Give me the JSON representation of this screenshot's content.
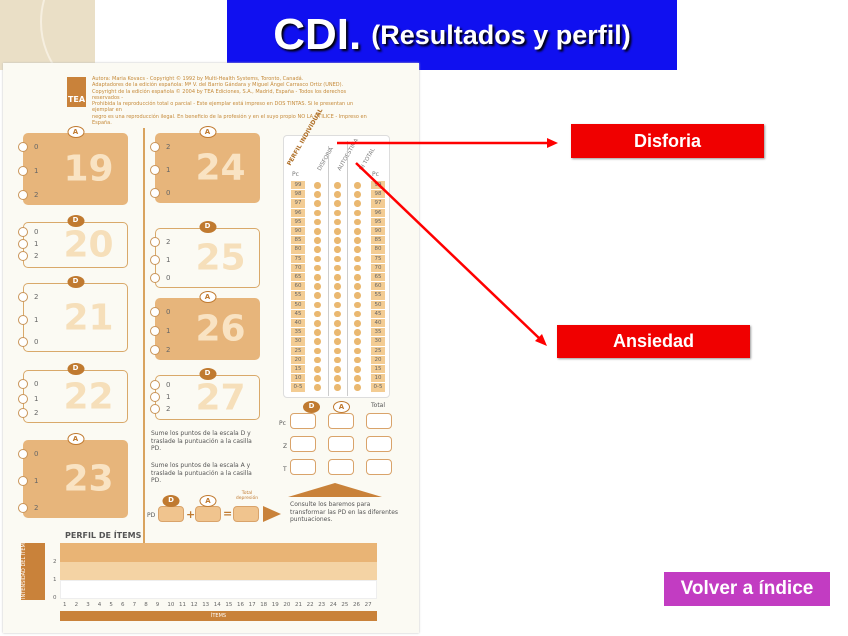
{
  "title": {
    "main": "CDI.",
    "sub": "(Resultados y perfil)"
  },
  "form": {
    "logo": "TEA",
    "header_lines": [
      "Autora: Maria Kovacs - Copyright © 1992 by Multi-Health Systems, Toronto, Canadá.",
      "Adaptadores de la edición española: Mª V. del Barrio Gándara y Miguel Ángel Carrasco Ortiz (UNED).",
      "Copyright de la edición española © 2004 by TEA Ediciones, S.A., Madrid, España - Todos los derechos reservados -",
      "Prohibida la reproducción total o parcial - Este ejemplar está impreso en DOS TINTAS. Si le presentan un ejemplar en",
      "negro es una reproducción ilegal. En beneficio de la profesión y en el suyo propio NO LA UTILICE - Impreso en España."
    ],
    "items": [
      {
        "number": "19",
        "scale": "A",
        "options": [
          "0",
          "1",
          "2"
        ],
        "filled": true
      },
      {
        "number": "20",
        "scale": "D",
        "options": [
          "0",
          "1",
          "2"
        ],
        "filled": false
      },
      {
        "number": "21",
        "scale": "D",
        "options": [
          "2",
          "1",
          "0"
        ],
        "filled": false
      },
      {
        "number": "22",
        "scale": "D",
        "options": [
          "0",
          "1",
          "2"
        ],
        "filled": false
      },
      {
        "number": "23",
        "scale": "A",
        "options": [
          "0",
          "1",
          "2"
        ],
        "filled": true
      },
      {
        "number": "24",
        "scale": "A",
        "options": [
          "2",
          "1",
          "0"
        ],
        "filled": true
      },
      {
        "number": "25",
        "scale": "D",
        "options": [
          "2",
          "1",
          "0"
        ],
        "filled": false
      },
      {
        "number": "26",
        "scale": "A",
        "options": [
          "0",
          "1",
          "2"
        ],
        "filled": true
      },
      {
        "number": "27",
        "scale": "D",
        "options": [
          "0",
          "1",
          "2"
        ],
        "filled": false
      }
    ],
    "profile": {
      "headers": [
        "PERFIL INDIVIDUAL",
        "DISFORIA",
        "AUTOESTIMA",
        "DI TOTAL"
      ],
      "pc_label": "Pc",
      "pc_values": [
        "99",
        "98",
        "97",
        "96",
        "95",
        "90",
        "85",
        "80",
        "75",
        "70",
        "65",
        "60",
        "55",
        "50",
        "45",
        "40",
        "35",
        "30",
        "25",
        "20",
        "15",
        "10",
        "0-5"
      ]
    },
    "score_grid": {
      "cols": [
        "D",
        "A",
        "Total"
      ],
      "rows": [
        "Pc",
        "Z",
        "T"
      ]
    },
    "instructions": [
      "Sume los puntos de la escala D y traslade la puntuación a la casilla PD.",
      "Sume los puntos de la escala A y traslade la puntuación a la casilla PD."
    ],
    "pd": {
      "label": "PD",
      "plus": "+",
      "equals": "=",
      "cols": [
        "D",
        "A",
        "Total depresión"
      ]
    },
    "consult_note": "Consulte los baremos para transformar las PD en las diferentes puntuaciones.",
    "item_profile": {
      "title": "PERFIL DE ÍTEMS",
      "ylabel": "INTENSIDAD DEL ÍTEM",
      "yticks": [
        "0",
        "1",
        "2"
      ],
      "xlabel": "ÍTEMS",
      "xticks": [
        "1",
        "2",
        "3",
        "4",
        "5",
        "6",
        "7",
        "8",
        "9",
        "10",
        "11",
        "12",
        "13",
        "14",
        "15",
        "16",
        "17",
        "18",
        "19",
        "20",
        "21",
        "22",
        "23",
        "24",
        "25",
        "26",
        "27"
      ]
    }
  },
  "callouts": {
    "disforia": "Disforia",
    "ansiedad": "Ansiedad"
  },
  "nav": {
    "back": "Volver a índice"
  },
  "colors": {
    "title_bg": "#1010f0",
    "callout": "#f00000",
    "back_button": "#c23cc2",
    "form_accent": "#c9823a"
  }
}
